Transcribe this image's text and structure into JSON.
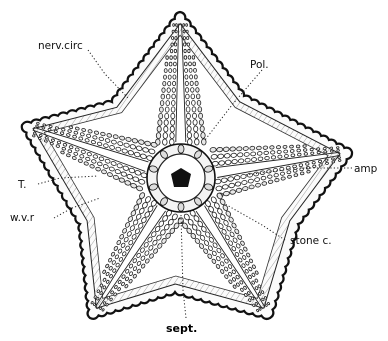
{
  "figure": {
    "labels": {
      "nerv_circ": "nerv.circ",
      "pol": "Pol.",
      "amp": "amp",
      "t": "T.",
      "wvr": "w.v.r",
      "stone_c": "stone c.",
      "sept": "sept."
    }
  }
}
